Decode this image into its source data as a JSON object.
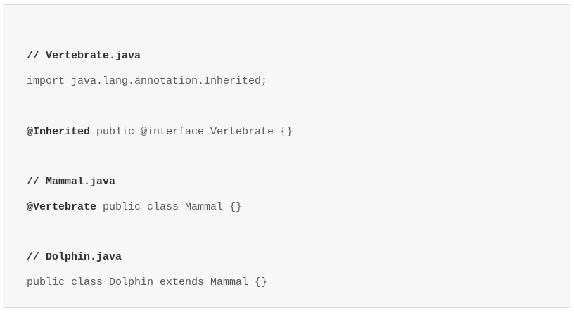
{
  "code_lines": [
    {
      "strong": "// Vertebrate.java",
      "rest": ""
    },
    {
      "strong": "",
      "rest": "import java.lang.annotation.Inherited;"
    },
    {
      "strong": "@Inherited",
      "rest": " public @interface Vertebrate {}"
    },
    {
      "strong": "// Mammal.java",
      "rest": ""
    },
    {
      "strong": "@Vertebrate",
      "rest": " public class Mammal {}"
    },
    {
      "strong": "// Dolphin.java",
      "rest": ""
    },
    {
      "strong": "",
      "rest": "public class Dolphin extends Mammal {}"
    }
  ]
}
